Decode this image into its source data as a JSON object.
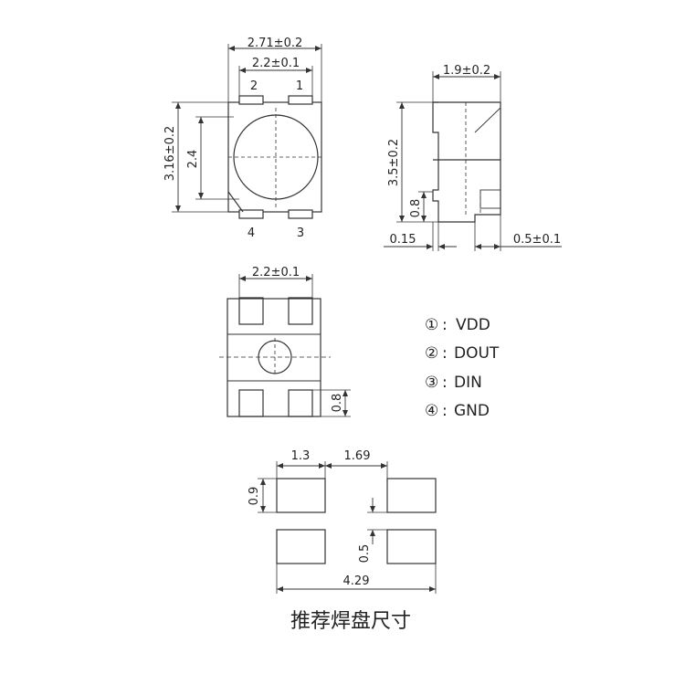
{
  "top_view": {
    "width_label": "2.71±0.2",
    "pad_span_label": "2.2±0.1",
    "height_label": "3.16±0.2",
    "lens_label": "2.4",
    "pin_2": "2",
    "pin_1": "1",
    "pin_4": "4",
    "pin_3": "3"
  },
  "side_view": {
    "width_label": "1.9±0.2",
    "height_label": "3.5±0.2",
    "pad_height_label": "0.8",
    "offset_label": "0.15",
    "pad_len_label": "0.5±0.1"
  },
  "bottom_view": {
    "pad_span_label": "2.2±0.1",
    "pad_height_label": "0.8"
  },
  "pin_legend": [
    {
      "num": "①",
      "name": "VDD"
    },
    {
      "num": "②",
      "name": "DOUT"
    },
    {
      "num": "③",
      "name": "DIN"
    },
    {
      "num": "④",
      "name": "GND"
    }
  ],
  "footprint": {
    "pad_w_label": "1.3",
    "gap_label": "1.69",
    "pad_h_label": "0.9",
    "pad_gap_v_label": "0.5",
    "total_label": "4.29",
    "caption": "推荐焊盘尺寸"
  }
}
